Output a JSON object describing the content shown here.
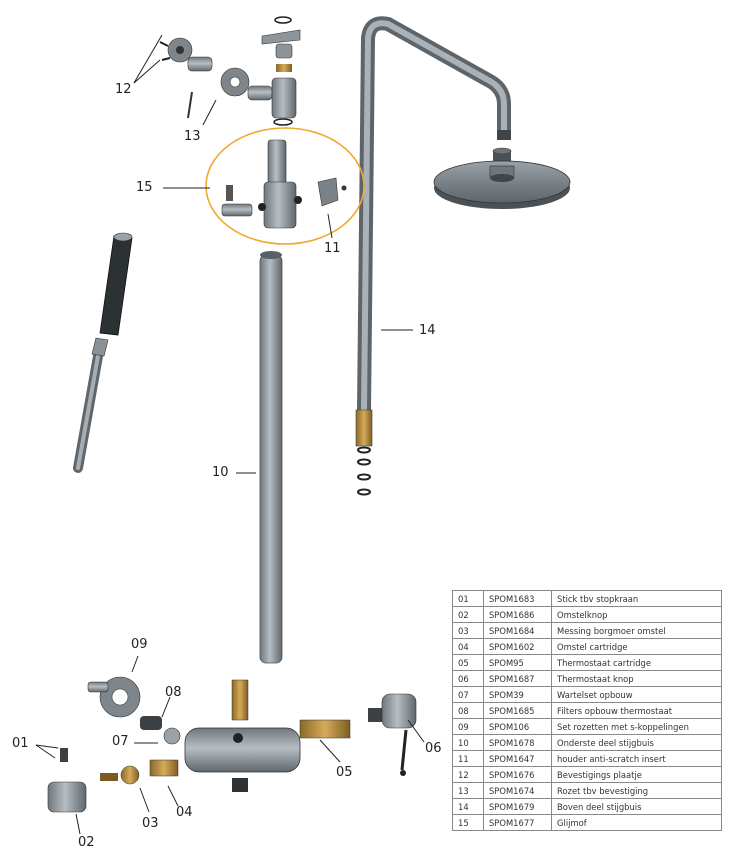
{
  "callouts": {
    "n01": "01",
    "n02": "02",
    "n03": "03",
    "n04": "04",
    "n05": "05",
    "n06": "06",
    "n07": "07",
    "n08": "08",
    "n09": "09",
    "n10": "10",
    "n11": "11",
    "n12": "12",
    "n13": "13",
    "n14": "14",
    "n15": "15"
  },
  "highlight_color": "#f0a830",
  "parts": [
    {
      "no": "01",
      "code": "SPOM1683",
      "desc": "Stick tbv stopkraan"
    },
    {
      "no": "02",
      "code": "SPOM1686",
      "desc": "Omstelknop"
    },
    {
      "no": "03",
      "code": "SPOM1684",
      "desc": "Messing borgmoer omstel"
    },
    {
      "no": "04",
      "code": "SPOM1602",
      "desc": "Omstel cartridge"
    },
    {
      "no": "05",
      "code": "SPOM95",
      "desc": "Thermostaat cartridge"
    },
    {
      "no": "06",
      "code": "SPOM1687",
      "desc": "Thermostaat knop"
    },
    {
      "no": "07",
      "code": "SPOM39",
      "desc": "Wartelset opbouw"
    },
    {
      "no": "08",
      "code": "SPOM1685",
      "desc": "Filters opbouw thermostaat"
    },
    {
      "no": "09",
      "code": "SPOM106",
      "desc": "Set rozetten met s-koppelingen"
    },
    {
      "no": "10",
      "code": "SPOM1678",
      "desc": "Onderste deel stijgbuis"
    },
    {
      "no": "11",
      "code": "SPOM1647",
      "desc": "houder anti-scratch insert"
    },
    {
      "no": "12",
      "code": "SPOM1676",
      "desc": "Bevestigings plaatje"
    },
    {
      "no": "13",
      "code": "SPOM1674",
      "desc": "Rozet tbv bevestiging"
    },
    {
      "no": "14",
      "code": "SPOM1679",
      "desc": "Boven deel stijgbuis"
    },
    {
      "no": "15",
      "code": "SPOM1677",
      "desc": "Glijmof"
    }
  ]
}
